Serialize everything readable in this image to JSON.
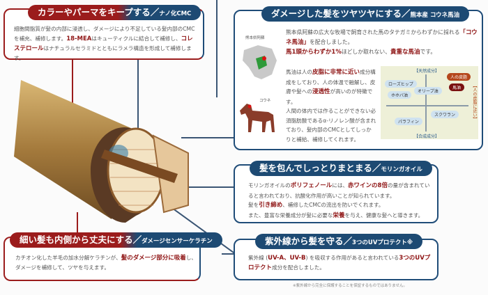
{
  "sections": {
    "cmc": {
      "title": "カラーやパーマをキープする／",
      "subtitle": "ナノ化CMC",
      "text": [
        {
          "t": "細胞間脂質が髪の内部に浸透し、ダメージにより不足している髪内部のCMCを補充、補修します。"
        },
        {
          "t": "18-MEA",
          "em": true
        },
        {
          "t": "はキューティクルに結合して補修し、"
        },
        {
          "t": "コレステロール",
          "em": true
        },
        {
          "t": "はナチュラルセラミドとともにラメラ構造を形成して補修します。"
        }
      ]
    },
    "horse": {
      "title": "ダメージした髪をツヤツヤにする／",
      "subtitle": "熊本産 コウネ馬油",
      "intro": [
        {
          "t": "熊本県阿蘇の広大な牧場で飼育された馬のタテガミからわずかに採れる"
        },
        {
          "t": "「コウネ馬油」",
          "em": true
        },
        {
          "t": "を配合しました。"
        },
        {
          "br": true
        },
        {
          "t": "馬1頭からわずか1%",
          "em": true
        },
        {
          "t": "ほどしか取れない、"
        },
        {
          "t": "貴重な馬油",
          "em": true
        },
        {
          "t": "です。"
        }
      ],
      "body": [
        {
          "t": "馬油は人の"
        },
        {
          "t": "皮脂に非常に近い",
          "em": true
        },
        {
          "t": "成分構成をしており、人の体温で融解し、皮膚や髪への"
        },
        {
          "t": "浸透性",
          "em": true
        },
        {
          "t": "が高いのが特徴です。"
        },
        {
          "br": true
        },
        {
          "t": "人間の体内では作ることができない必須脂肪酸であるα-リノレン酸が含まれており、髪内部のCMCとしてしっかりと補給、補修してくれます。"
        }
      ],
      "map_label": "熊本県阿蘇",
      "horse_label": "コウネ",
      "chart": {
        "top": "【天然成分】",
        "bottom": "【合成成分】",
        "right": "【人の皮脂に近い】",
        "items": {
          "human": "人の皮脂",
          "horse_oil": "馬油",
          "rosehip": "ローズヒップ",
          "jojoba": "ホホバ油",
          "olive": "オリーブ油",
          "squalane": "スクワラン",
          "paraffin": "パラフィン"
        },
        "colors": {
          "human": "#b5471b",
          "horse_oil": "#7a1010",
          "others": "#cfe2f0"
        }
      }
    },
    "moringa": {
      "title": "髪を包んでしっとりまとまる／",
      "subtitle": "モリンガオイル",
      "text": [
        {
          "t": "モリンガオイルの"
        },
        {
          "t": "ポリフェノール",
          "em": true
        },
        {
          "t": "には、"
        },
        {
          "t": "赤ワインの8倍",
          "em": true
        },
        {
          "t": "の量が含まれていると言われており、抗酸化作用が高いことが知られています。"
        },
        {
          "br": true
        },
        {
          "t": "髪を"
        },
        {
          "t": "引き締め",
          "em": true
        },
        {
          "t": "、補修したCMCの流出を防いでくれます。"
        },
        {
          "br": true
        },
        {
          "t": "また、豊富な栄養成分が髪に必要な"
        },
        {
          "t": "栄養",
          "em": true
        },
        {
          "t": "を与え、健康な髪へと導きます。"
        }
      ]
    },
    "uv": {
      "title": "紫外線から髪を守る／",
      "subtitle": "3つのUVプロテクト※",
      "text": [
        {
          "t": "紫外線 ("
        },
        {
          "t": "UV-A、UV-B",
          "em": true
        },
        {
          "t": ") を吸収する作用があると言われている"
        },
        {
          "t": "3つのUVプロテクト",
          "em": true
        },
        {
          "t": "成分を配合しました。"
        }
      ],
      "note": "※紫外線から完全に保護することを保証するものではありません。"
    },
    "keratin": {
      "title": "細い髪も内側から丈夫にする／",
      "subtitle": "ダメージセンサーケラチン",
      "text": [
        {
          "t": "カチオン化した羊毛の加水分解ケラチンが、"
        },
        {
          "t": "髪のダメージ部分に吸着",
          "em": true
        },
        {
          "t": "し、ダメージを補修して、ツヤを与えます。"
        }
      ]
    }
  },
  "colors": {
    "navy": "#1d4a73",
    "red": "#9b1c1c",
    "highlight": "#8e1313"
  }
}
